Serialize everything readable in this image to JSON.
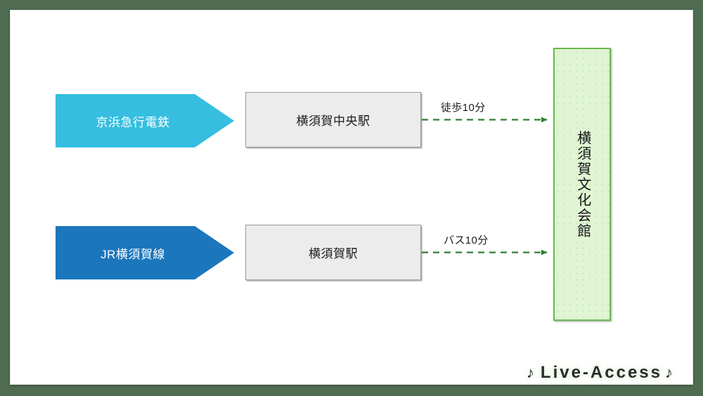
{
  "page": {
    "background_color": "#4f6b50",
    "card_background": "#ffffff"
  },
  "diagram": {
    "type": "access-flow-diagram",
    "routes": [
      {
        "id": "keikyu",
        "line_label": "京浜急行電鉄",
        "line_color": "#35bee0",
        "station_label": "横須賀中央駅",
        "connector_label": "徒歩10分",
        "connector_style": "dashed-arrow",
        "connector_color": "#2e7d32"
      },
      {
        "id": "jr",
        "line_label": "JR横須賀線",
        "line_color": "#1b76bc",
        "station_label": "横須賀駅",
        "connector_label": "バス10分",
        "connector_style": "dashed-arrow",
        "connector_color": "#2e7d32"
      }
    ],
    "destination": {
      "label": "横須賀文化会館",
      "fill_color": "#dff5d3",
      "border_color": "#6ab84e",
      "orientation": "vertical"
    }
  },
  "watermark": {
    "note_left": "♪",
    "text": "Live-Access",
    "note_right": "♪"
  },
  "icons": {
    "music-note": "♪"
  }
}
